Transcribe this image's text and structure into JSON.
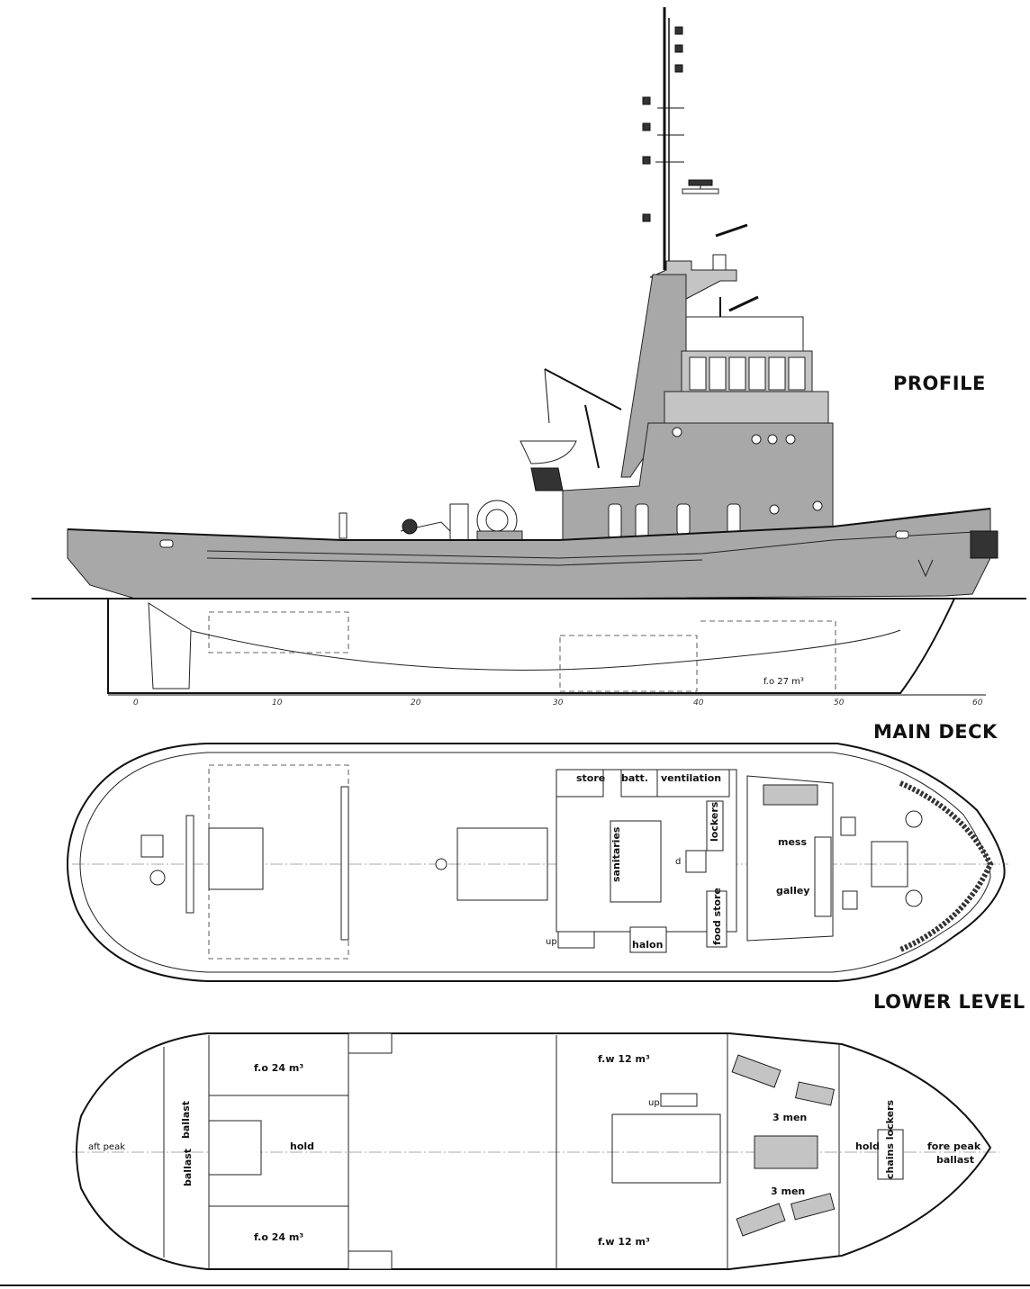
{
  "titles": {
    "profile": "PROFILE",
    "main_deck": "MAIN DECK",
    "lower_level": "LOWER LEVEL"
  },
  "scale_ticks": [
    "0",
    "10",
    "20",
    "30",
    "40",
    "50",
    "60"
  ],
  "profile": {
    "fuel_tank": "f.o  27 m³"
  },
  "main_deck": {
    "store": "store",
    "battery": "batt.",
    "ventilation": "ventilation",
    "sanitaries": "sanitaries",
    "lockers": "lockers",
    "mess": "mess",
    "galley": "galley",
    "food_store": "food store",
    "halon": "halon",
    "up": "up",
    "d": "d"
  },
  "lower_level": {
    "aft_peak": "aft peak",
    "ballast": "ballast",
    "fo_top": "f.o  24 m³",
    "fo_bottom": "f.o  24 m³",
    "hold_aft": "hold",
    "fw_top": "f.w   12 m³",
    "fw_bottom": "f.w   12 m³",
    "men_top": "3 men",
    "men_bottom": "3 men",
    "hold_fwd": "hold",
    "chains_lockers": "chains lockers",
    "fore_peak": "fore peak",
    "fore_ballast": "ballast",
    "up": "up"
  },
  "colors": {
    "ink": "#111111",
    "hull_shade": "#a8a8a8",
    "paper": "#ffffff"
  }
}
